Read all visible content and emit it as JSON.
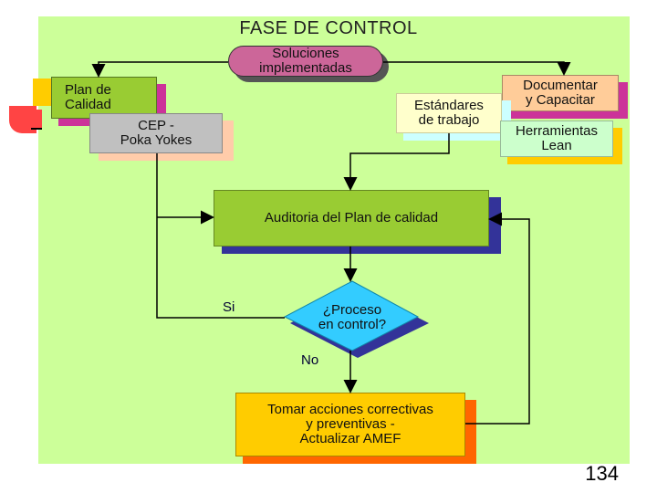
{
  "title": "FASE DE CONTROL",
  "nodes": {
    "soluciones": "Soluciones\nimplementadas",
    "plan_calidad": "Plan de\nCalidad",
    "cep": "CEP -\nPoka Yokes",
    "documentar": "Documentar\ny Capacitar",
    "estandares": "Estándares\nde trabajo",
    "herramientas": "Herramientas\nLean",
    "auditoria": "Auditoria del Plan de calidad",
    "decision": "¿Proceso\nen control?",
    "acciones": "Tomar acciones correctivas\ny preventivas -\nActualizar AMEF"
  },
  "edge_labels": {
    "si": "Si",
    "no": "No"
  },
  "page_number": "134",
  "colors": {
    "panel": "#ccff99",
    "soluciones": "#cc6699",
    "plan_calidad": "#99cc33",
    "cep": "#c0c0c0",
    "documentar": "#ffcc99",
    "estandares": "#ffffcc",
    "herramientas": "#ccffcc",
    "auditoria": "#99cc33",
    "decision": "#33ccff",
    "acciones": "#ffcc00"
  }
}
